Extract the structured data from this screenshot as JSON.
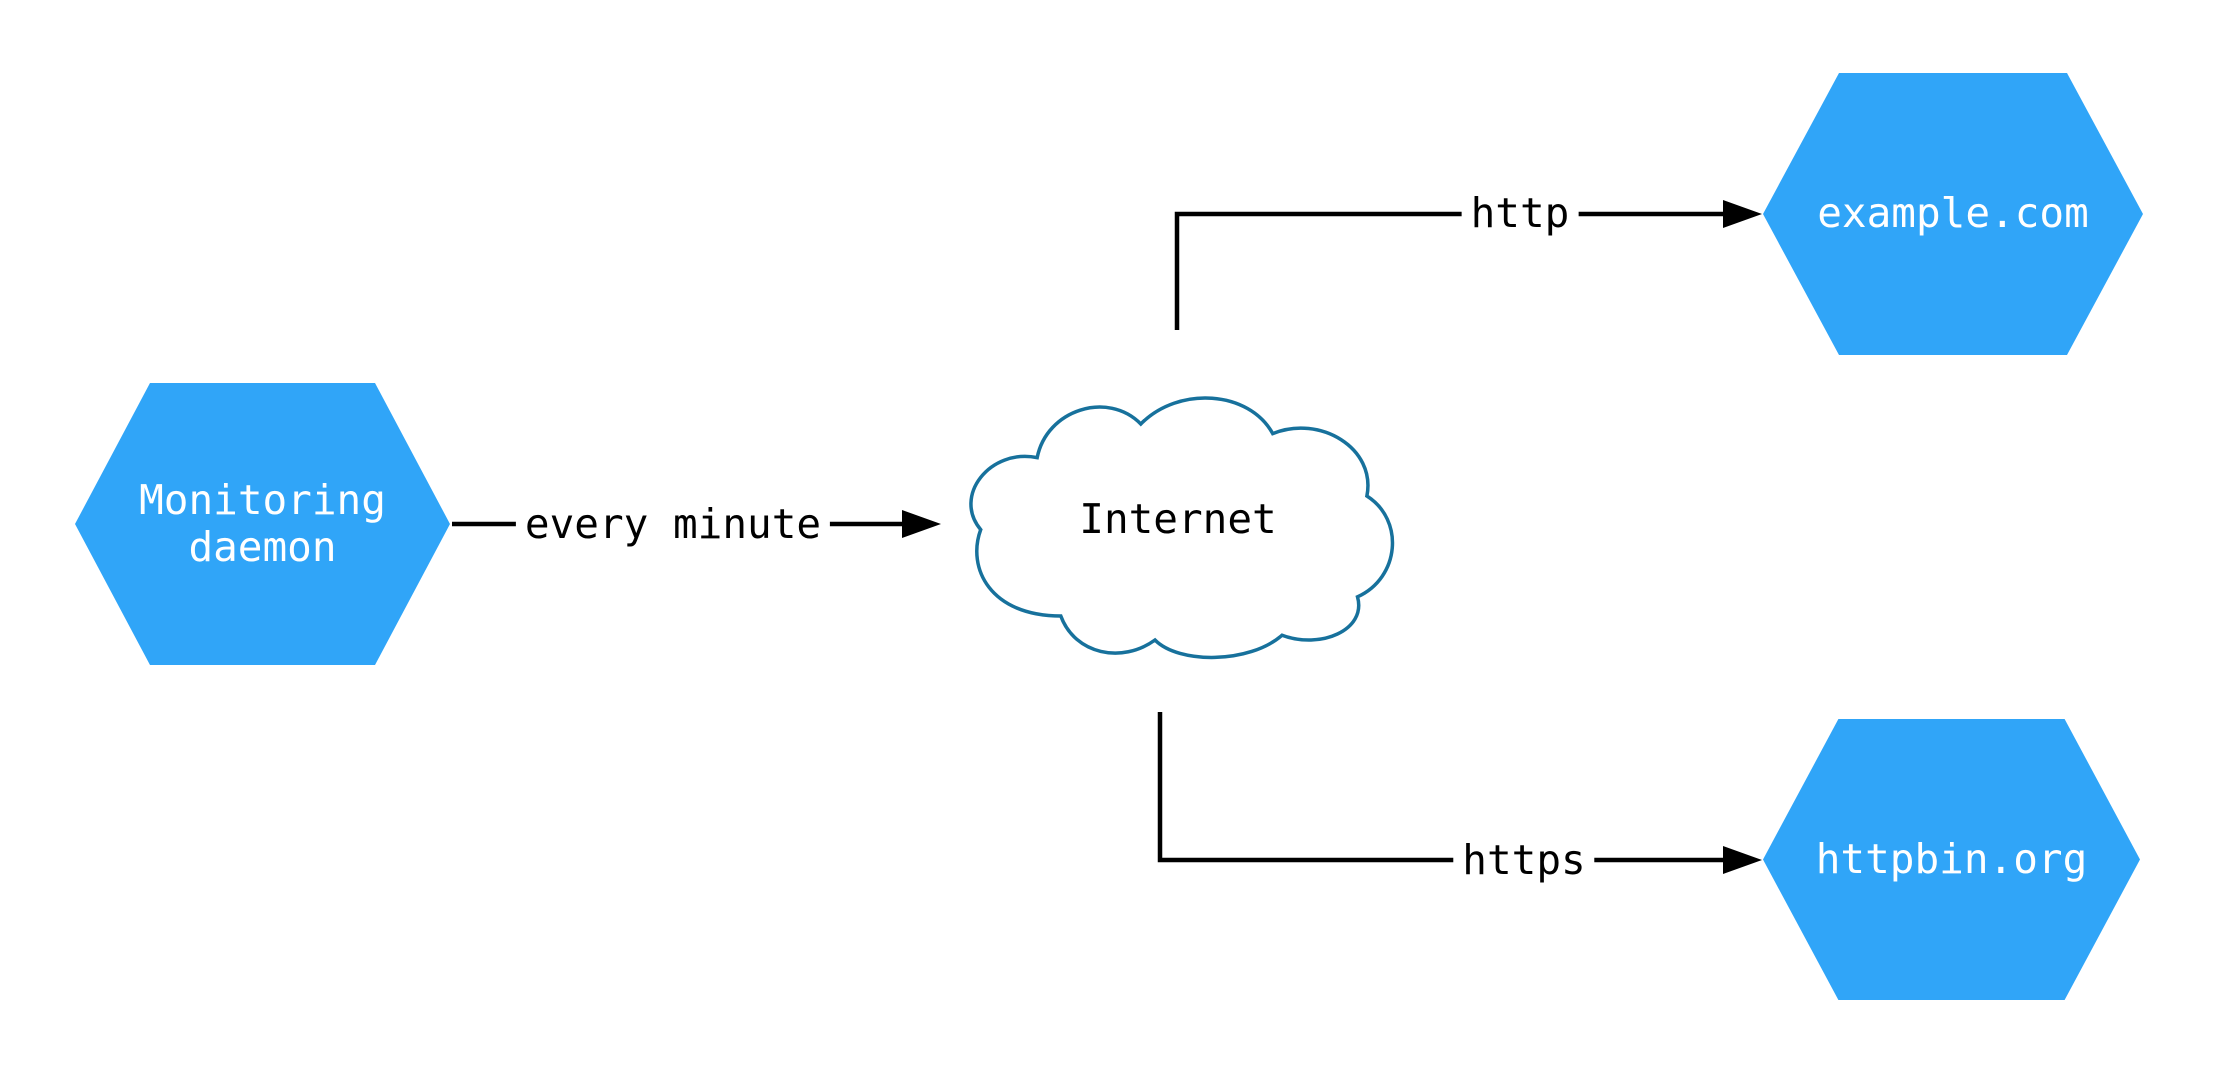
{
  "nodes": {
    "monitoring_daemon": {
      "label": "Monitoring\ndaemon"
    },
    "internet": {
      "label": "Internet"
    },
    "example_com": {
      "label": "example.com"
    },
    "httpbin_org": {
      "label": "httpbin.org"
    }
  },
  "edges": {
    "every_minute": {
      "label": "every minute"
    },
    "http": {
      "label": "http"
    },
    "https": {
      "label": "https"
    }
  },
  "colors": {
    "node_fill": "#30A5F8",
    "node_text": "#ffffff",
    "cloud_stroke": "#17719C",
    "edge_line": "#000000",
    "background": "#ffffff"
  }
}
